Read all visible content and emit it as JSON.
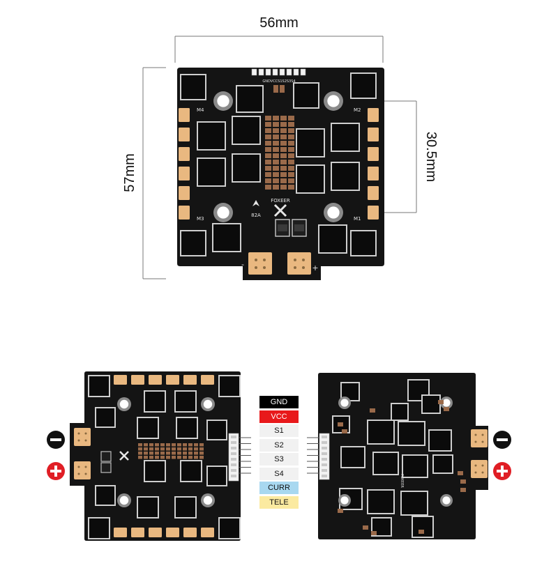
{
  "dimensions": {
    "width": "56mm",
    "height": "57mm",
    "mount_spacing": "30.5mm"
  },
  "top_board": {
    "brand": "FOXEER",
    "current_rating": "82A",
    "motor_labels": [
      "M1",
      "M2",
      "M3",
      "M4"
    ],
    "connector_silk": "GNDVCCS1S2S3S4",
    "power_minus": "-",
    "power_plus": "+"
  },
  "pinout": {
    "pins": [
      {
        "label": "GND",
        "bg": "#000000",
        "fg": "#ffffff"
      },
      {
        "label": "VCC",
        "bg": "#e8191b",
        "fg": "#ffffff"
      },
      {
        "label": "S1",
        "bg": "#f1f1f1",
        "fg": "#111111"
      },
      {
        "label": "S2",
        "bg": "#f1f1f1",
        "fg": "#111111"
      },
      {
        "label": "S3",
        "bg": "#f1f1f1",
        "fg": "#111111"
      },
      {
        "label": "S4",
        "bg": "#f1f1f1",
        "fg": "#111111"
      },
      {
        "label": "CURR",
        "bg": "#a8d8f0",
        "fg": "#111111"
      },
      {
        "label": "TELE",
        "bg": "#fbeaa0",
        "fg": "#111111"
      }
    ]
  },
  "bottom_board": {
    "brand": "FOXEER"
  },
  "colors": {
    "pcb": "#141414",
    "pad": "#e9b880",
    "hole_ring": "#8a8a8a",
    "mosfet": "#0b0b0b",
    "capacitor": "#9a6a4a",
    "minus_icon": "#111111",
    "plus_icon": "#e01e25"
  },
  "icons": [
    "minus-icon",
    "plus-icon"
  ]
}
